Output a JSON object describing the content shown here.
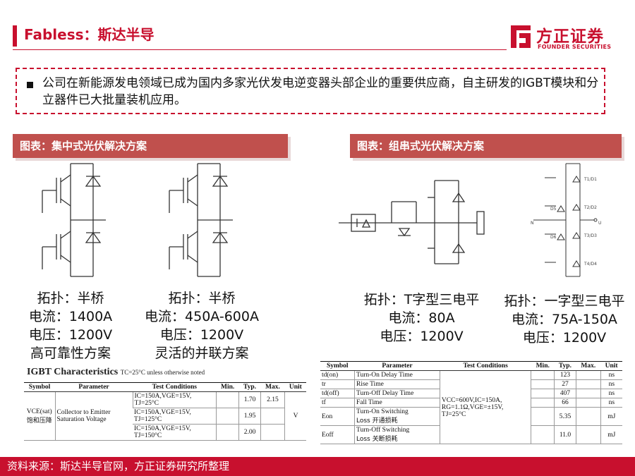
{
  "header": {
    "title": "Fabless：斯达半导",
    "logo_cn": "方正证券",
    "logo_en": "FOUNDER SECURITIES",
    "accent_color": "#c8102e"
  },
  "callout": {
    "text": "公司在新能源发电领域已成为国内多家光伏发电逆变器头部企业的重要供应商，自主研发的IGBT模块和分立器件已大批量装机应用。"
  },
  "left_figure": {
    "caption": "图表：集中式光伏解决方案",
    "specs": [
      {
        "lines": [
          "拓扑：半桥",
          "电流：1400A",
          "电压：1200V",
          "高可靠性方案"
        ]
      },
      {
        "lines": [
          "拓扑：半桥",
          "电流：450A-600A",
          "电压：1200V",
          "灵活的并联方案"
        ]
      }
    ]
  },
  "right_figure": {
    "caption": "图表：组串式光伏解决方案",
    "schematic_labels": [
      "T1/D1",
      "T2/D2",
      "T3/D3",
      "T4/D4",
      "D5",
      "D6",
      "N",
      "U"
    ],
    "specs": [
      {
        "lines": [
          "拓扑：T字型三电平",
          "电流：80A",
          "电压：1200V"
        ]
      },
      {
        "lines": [
          "拓扑：一字型三电平",
          "电流：75A-150A",
          "电压：1200V"
        ]
      }
    ]
  },
  "igbt_table": {
    "title": "IGBT Characteristics",
    "title_note": "TC=25°C unless otherwise noted",
    "headers": [
      "Symbol",
      "Parameter",
      "Test Conditions",
      "Min.",
      "Typ.",
      "Max.",
      "Unit"
    ],
    "symbol": "VCE(sat)",
    "symbol_cn": "饱和压降",
    "parameter": "Collector to Emitter Saturation Voltage",
    "unit": "V",
    "rows": [
      {
        "cond1": "IC=150A,VGE=15V,",
        "cond2": "TJ=25°C",
        "min": "",
        "typ": "1.70",
        "max": "2.15"
      },
      {
        "cond1": "IC=150A,VGE=15V,",
        "cond2": "TJ=125°C",
        "min": "",
        "typ": "1.95",
        "max": ""
      },
      {
        "cond1": "IC=150A,VGE=15V,",
        "cond2": "TJ=150°C",
        "min": "",
        "typ": "2.00",
        "max": ""
      }
    ]
  },
  "switching_table": {
    "headers": [
      "Symbol",
      "Parameter",
      "Test Conditions",
      "Min.",
      "Typ.",
      "Max.",
      "Unit"
    ],
    "conditions": [
      "VCC=600V,IC=150A,",
      "RG=1.1Ω,VGE=±15V,",
      "TJ=25°C"
    ],
    "rows": [
      {
        "symbol": "td(on)",
        "param": "Turn-On Delay Time",
        "param_cn": "",
        "typ": "123",
        "unit": "ns"
      },
      {
        "symbol": "tr",
        "param": "Rise Time",
        "param_cn": "",
        "typ": "27",
        "unit": "ns"
      },
      {
        "symbol": "td(off)",
        "param": "Turn-Off Delay Time",
        "param_cn": "",
        "typ": "407",
        "unit": "ns"
      },
      {
        "symbol": "tf",
        "param": "Fall Time",
        "param_cn": "",
        "typ": "66",
        "unit": "ns"
      },
      {
        "symbol": "Eon",
        "param": "Turn-On Switching",
        "param_cn": "Loss  开通损耗",
        "typ": "5.35",
        "unit": "mJ"
      },
      {
        "symbol": "Eoff",
        "param": "Turn-Off Switching",
        "param_cn": "Loss  关断损耗",
        "typ": "11.0",
        "unit": "mJ"
      }
    ]
  },
  "footer": {
    "source": "资料来源：斯达半导官网，方正证券研究所整理"
  }
}
